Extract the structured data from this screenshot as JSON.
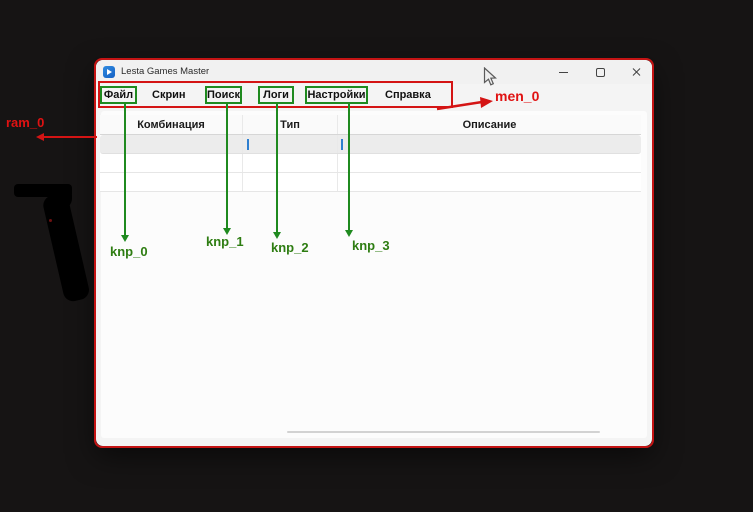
{
  "window": {
    "title": "Lesta Games Master"
  },
  "menu": {
    "items": [
      {
        "label": "Файл",
        "annotated": true
      },
      {
        "label": "Скрин",
        "annotated": false
      },
      {
        "label": "Поиск",
        "annotated": true
      },
      {
        "label": "Логи",
        "annotated": true
      },
      {
        "label": "Настройки",
        "annotated": true
      },
      {
        "label": "Справка",
        "annotated": false
      }
    ]
  },
  "table": {
    "columns": [
      "Комбинация",
      "Тип",
      "Описание"
    ],
    "rows": [
      {
        "selected": true,
        "cells": [
          "",
          "",
          ""
        ],
        "text_cursors_in_columns": [
          "Тип",
          "Описание"
        ]
      },
      {
        "selected": false,
        "cells": [
          "",
          "",
          ""
        ]
      },
      {
        "selected": false,
        "cells": [
          "",
          "",
          ""
        ]
      }
    ]
  },
  "annotations": {
    "labels": {
      "ram_0": "ram_0",
      "men_0": "men_0",
      "knp_0": "knp_0",
      "knp_1": "knp_1",
      "knp_2": "knp_2",
      "knp_3": "knp_3"
    }
  },
  "icons": {
    "app": "app-logo-icon",
    "minimize": "minimize-icon",
    "maximize": "maximize-icon",
    "close": "close-icon",
    "pointer": "mouse-pointer-icon",
    "text_cursor": "text-cursor"
  },
  "colors": {
    "background": "#161414",
    "annotation_red": "#d41414",
    "annotation_green": "#1f8a1f",
    "label_green": "#2e7d12",
    "label_red": "#e01212",
    "text_cursor_blue": "#2e7fd0",
    "app_icon_blue": "#1c74d9"
  }
}
